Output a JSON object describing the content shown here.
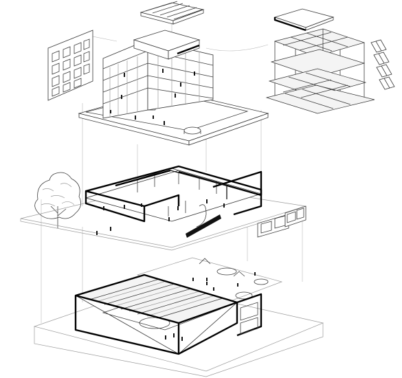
{
  "diagram": {
    "kind": "exploded-axonometric",
    "layers": [
      {
        "id": "upper",
        "components": [
          "roof-canopy",
          "facade-panel",
          "tower-block",
          "podium-slab",
          "roof-slab",
          "structural-frame",
          "solar-panels"
        ]
      },
      {
        "id": "middle",
        "components": [
          "tree",
          "ground-plate",
          "classroom-wing",
          "facade-elements"
        ]
      },
      {
        "id": "lower",
        "components": [
          "sports-hall",
          "playground",
          "base-plinth"
        ]
      }
    ],
    "colors": {
      "line": "#3a3a3a",
      "emphasis": "#000000",
      "background": "#ffffff",
      "roof_fill": "#f4f4f4"
    }
  }
}
